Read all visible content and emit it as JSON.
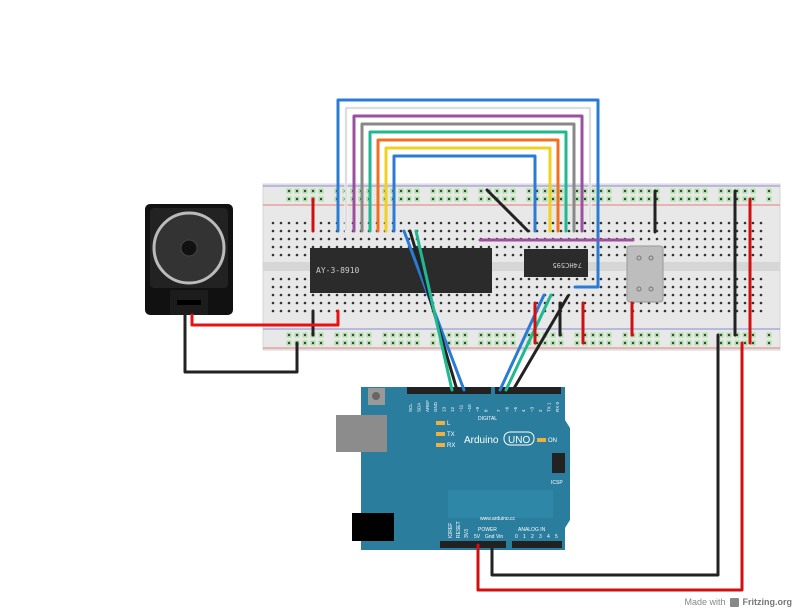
{
  "chips": {
    "sound_chip": "AY-3-8910",
    "shift_register": "74HC595"
  },
  "arduino": {
    "brand": "Arduino",
    "model": "UNO",
    "url": "www.arduino.cc",
    "digital_label": "DIGITAL",
    "power_label": "POWER",
    "analog_label": "ANALOG IN",
    "led_l": "L",
    "led_tx": "TX",
    "led_rx": "RX",
    "led_on": "ON",
    "icsp": "ICSP",
    "top_pins": [
      "SCL",
      "SDA",
      "AREF",
      "GND",
      "13",
      "12",
      "~11",
      "~10",
      "~9",
      "8",
      "7",
      "~6",
      "~5",
      "4",
      "~3",
      "2",
      "TX 1",
      "RX 0"
    ],
    "power_pins": [
      "IOREF",
      "RESET",
      "3V3",
      "5V",
      "Gnd",
      "Vin"
    ],
    "analog_pins": [
      "0",
      "1",
      "2",
      "3",
      "4",
      "5"
    ]
  },
  "footer": {
    "made_with": "Made with",
    "brand": "Fritzing.org"
  },
  "colors": {
    "board": "#2b7d9e",
    "breadboard": "#e6e6e6",
    "wire_red": "#d01010",
    "wire_black": "#222222",
    "wire_blue": "#2a7bd4"
  }
}
